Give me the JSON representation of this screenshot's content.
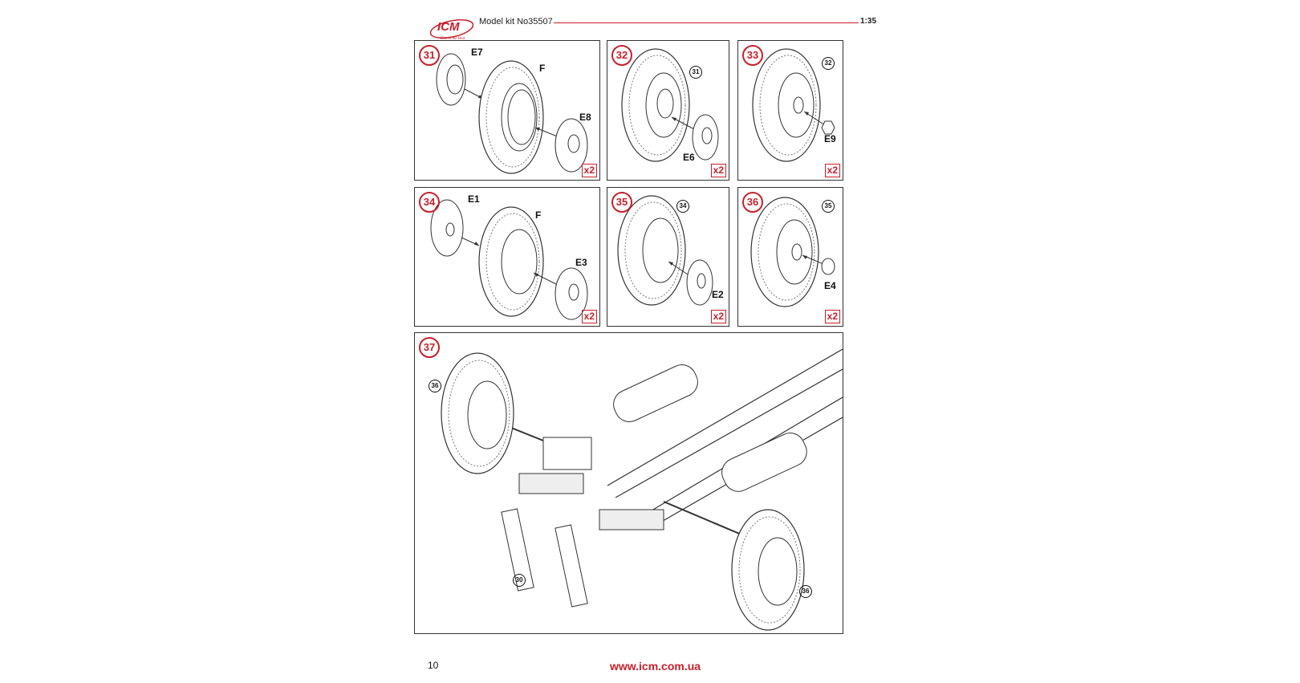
{
  "header": {
    "brand": "ICM",
    "tagline": "Kits in the Best",
    "kit_label": "Model kit No35507",
    "scale": "1:35"
  },
  "steps": [
    {
      "number": "31",
      "multiplier": "x2",
      "parts": [
        "E7",
        "F",
        "E8"
      ],
      "refs": []
    },
    {
      "number": "32",
      "multiplier": "x2",
      "parts": [
        "E6"
      ],
      "refs": [
        "31"
      ]
    },
    {
      "number": "33",
      "multiplier": "x2",
      "parts": [
        "E9"
      ],
      "refs": [
        "32"
      ]
    },
    {
      "number": "34",
      "multiplier": "x2",
      "parts": [
        "E1",
        "F",
        "E3"
      ],
      "refs": []
    },
    {
      "number": "35",
      "multiplier": "x2",
      "parts": [
        "E2"
      ],
      "refs": [
        "34"
      ]
    },
    {
      "number": "36",
      "multiplier": "x2",
      "parts": [
        "E4"
      ],
      "refs": [
        "35"
      ]
    },
    {
      "number": "37",
      "multiplier": "",
      "parts": [],
      "refs": [
        "36",
        "30",
        "36"
      ]
    }
  ],
  "footer": {
    "page_number": "10",
    "url": "www.icm.com.ua"
  },
  "colors": {
    "accent": "#c8202a",
    "line": "#333333"
  }
}
